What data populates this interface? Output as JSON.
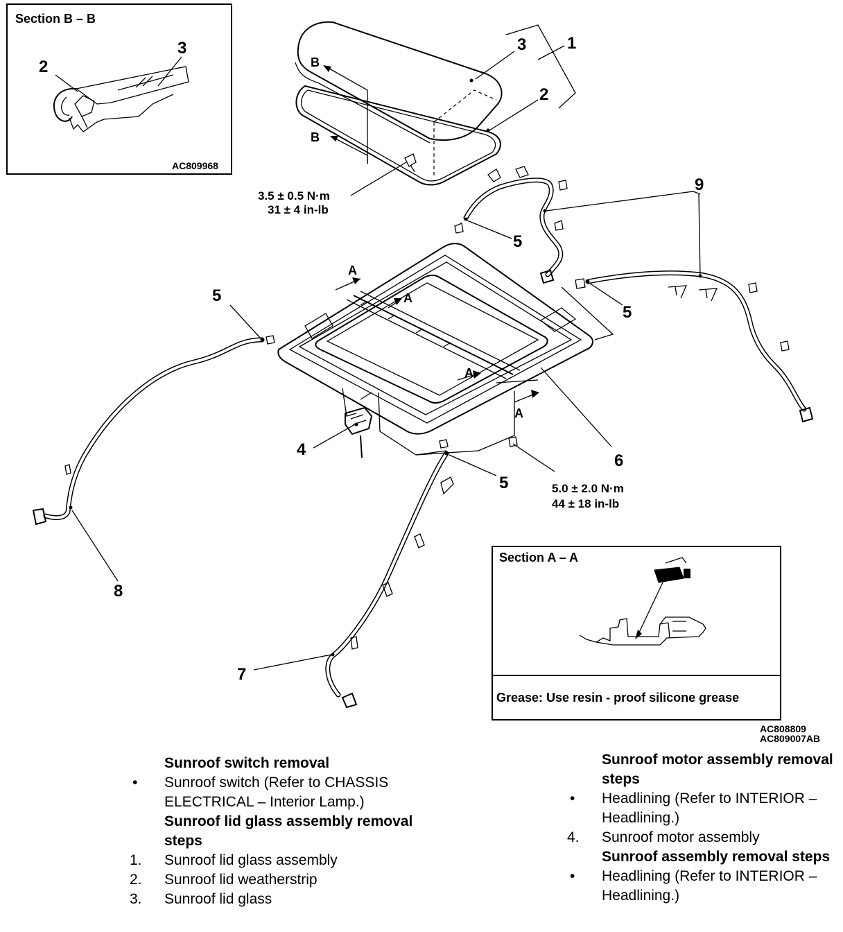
{
  "callouts": {
    "c1": "1",
    "c2": "2",
    "c3": "3",
    "c4": "4",
    "c5a": "5",
    "c5b": "5",
    "c5c": "5",
    "c5d": "5",
    "c6": "6",
    "c7": "7",
    "c8": "8",
    "c9": "9"
  },
  "section_b": {
    "title": "Section B – B",
    "n2": "2",
    "n3": "3",
    "code": "AC809968",
    "arrow_b1": "B",
    "arrow_b2": "B"
  },
  "section_a": {
    "title": "Section A – A",
    "grease_note": "Grease: Use resin - proof silicone grease",
    "arrow_a1": "A",
    "arrow_a2": "A",
    "arrow_a3": "A",
    "arrow_a4": "A"
  },
  "torque": {
    "bolt_lid_nm": "3.5 ± 0.5 N·m",
    "bolt_lid_inlb": "31 ± 4 in-lb",
    "bolt_frame_nm": "5.0 ± 2.0 N·m",
    "bolt_frame_inlb": "44 ± 18 in-lb"
  },
  "figure_codes": [
    "AC808809",
    "AC809007AB"
  ],
  "procedures": {
    "switch": {
      "heading": "Sunroof switch removal",
      "items": [
        {
          "mark": "•",
          "text": "Sunroof switch (Refer to CHASSIS ELECTRICAL – Interior Lamp.)"
        }
      ]
    },
    "lid": {
      "heading": "Sunroof lid glass assembly removal steps",
      "items": [
        {
          "mark": "1.",
          "text": "Sunroof lid glass assembly"
        },
        {
          "mark": "2.",
          "text": "Sunroof lid weatherstrip"
        },
        {
          "mark": "3.",
          "text": "Sunroof lid glass"
        }
      ]
    },
    "motor": {
      "heading": "Sunroof motor assembly removal steps",
      "items": [
        {
          "mark": "•",
          "text": "Headlining (Refer to INTERIOR – Headlining.)"
        },
        {
          "mark": "4.",
          "text": "Sunroof motor assembly"
        }
      ]
    },
    "assembly": {
      "heading": "Sunroof assembly removal steps",
      "items": [
        {
          "mark": "•",
          "text": "Headlining (Refer to INTERIOR – Headlining.)"
        }
      ]
    }
  }
}
